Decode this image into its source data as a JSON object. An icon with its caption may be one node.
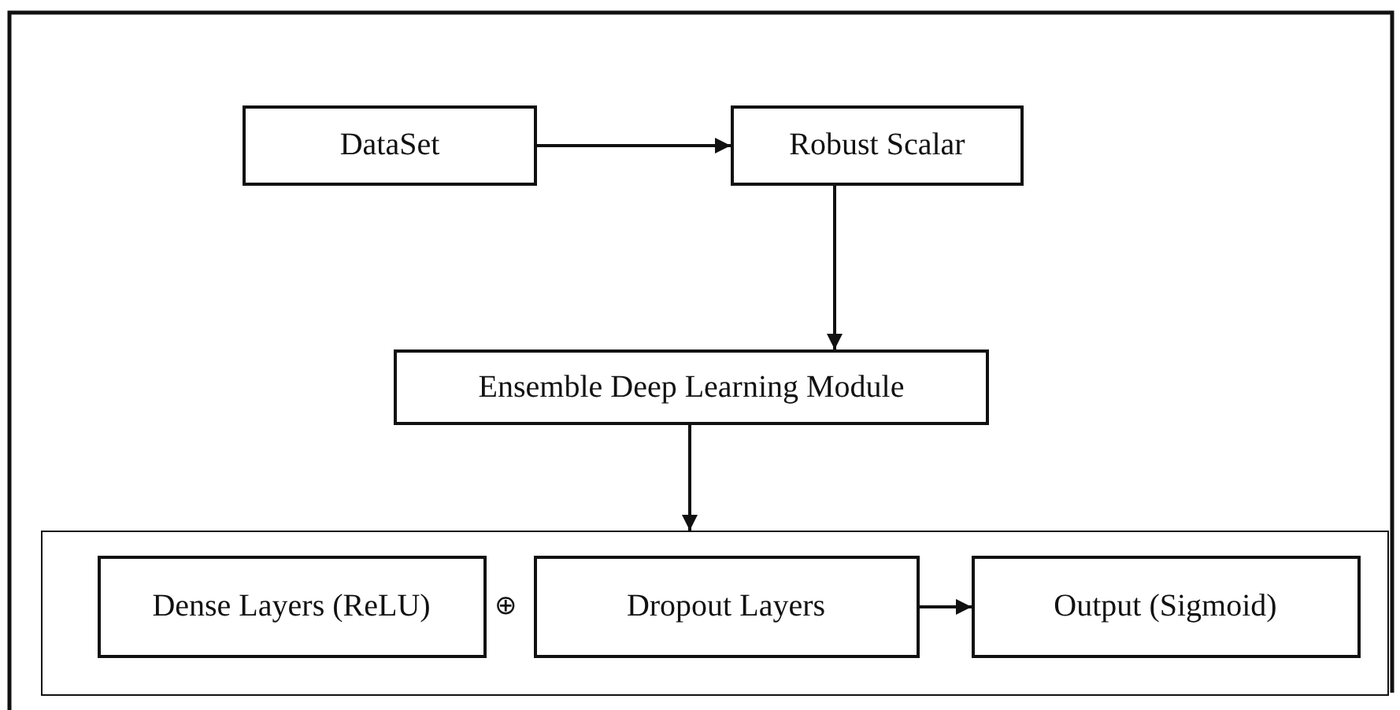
{
  "diagram": {
    "nodes": [
      {
        "text": [
          "DataSet"
        ]
      },
      {
        "text": [
          "Robust Scalar"
        ]
      },
      {
        "text": [
          "Ensemble Deep Learning Module"
        ]
      },
      {
        "text": [],
        "shape": "box"
      },
      {
        "text": [
          "Dense Layers (ReLU)"
        ],
        "in": 3
      },
      {
        "text": [
          "Dropout Layers"
        ],
        "in": 3
      },
      {
        "text": [
          "Output (Sigmoid)"
        ],
        "in": 3
      }
    ],
    "edges": [
      {
        "from": 0,
        "to": 1,
        "arrow": "to"
      },
      {
        "from": 1,
        "to": 2,
        "arrow": "to"
      },
      {
        "from": 2,
        "to": 3,
        "arrow": "to"
      },
      {
        "from": 5,
        "to": 6,
        "arrow": "to"
      }
    ],
    "labels": [
      "⊕"
    ]
  }
}
